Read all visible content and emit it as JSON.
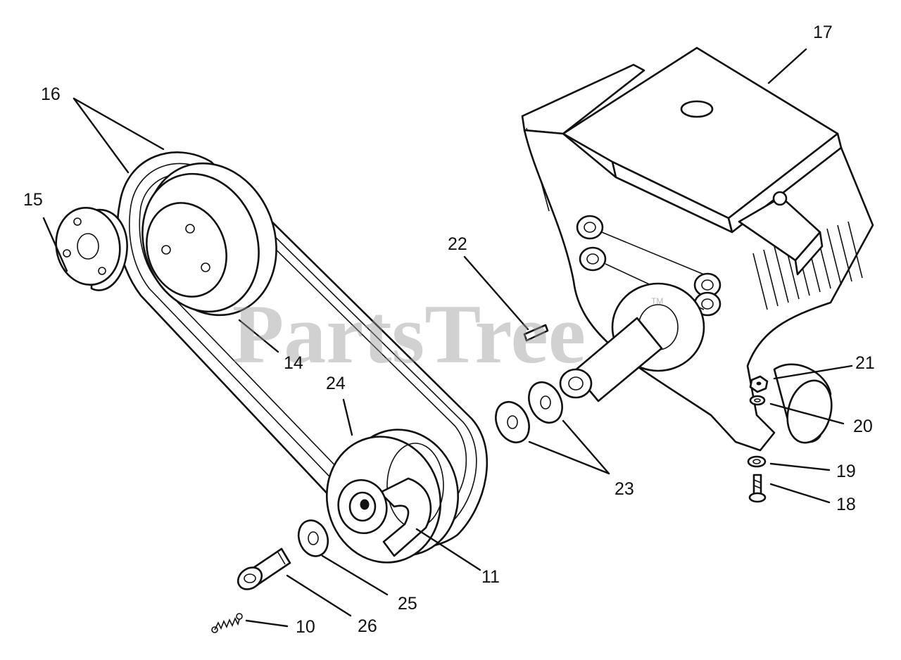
{
  "watermark": {
    "text": "PartsTree",
    "tm": "TM"
  },
  "callouts": [
    {
      "id": "10",
      "label": "10"
    },
    {
      "id": "11",
      "label": "11"
    },
    {
      "id": "14",
      "label": "14"
    },
    {
      "id": "15",
      "label": "15"
    },
    {
      "id": "16",
      "label": "16"
    },
    {
      "id": "17",
      "label": "17"
    },
    {
      "id": "18",
      "label": "18"
    },
    {
      "id": "19",
      "label": "19"
    },
    {
      "id": "20",
      "label": "20"
    },
    {
      "id": "21",
      "label": "21"
    },
    {
      "id": "22",
      "label": "22"
    },
    {
      "id": "23",
      "label": "23"
    },
    {
      "id": "24",
      "label": "24"
    },
    {
      "id": "25",
      "label": "25"
    },
    {
      "id": "26",
      "label": "26"
    }
  ]
}
